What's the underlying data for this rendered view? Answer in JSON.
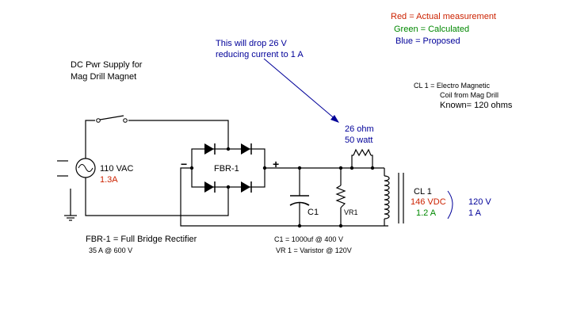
{
  "legend": {
    "red": "Red = Actual measurement",
    "green": "Green = Calculated",
    "blue": "Blue = Proposed"
  },
  "colors": {
    "red": "#cc2200",
    "green": "#008800",
    "blue": "#000099",
    "black": "#000000"
  },
  "annotation": {
    "line1": "This will drop 26 V",
    "line2": "reducing current to 1 A"
  },
  "title": {
    "line1": "DC Pwr Supply for",
    "line2": "Mag Drill Magnet"
  },
  "coil_note": {
    "line1": "CL 1 = Electro Magnetic",
    "line2": "Coil from Mag Drill",
    "line3": "Known= 120 ohms"
  },
  "source": {
    "voltage": "110 VAC",
    "current": "1.3A"
  },
  "rectifier": {
    "label": "FBR-1",
    "minus": "−",
    "plus": "+"
  },
  "resistor": {
    "line1": "26 ohm",
    "line2": "50 watt"
  },
  "capacitor": {
    "label": "C1"
  },
  "varistor": {
    "label": "VR1"
  },
  "coil": {
    "label": "CL 1",
    "measured_voltage": "146 VDC",
    "calculated_current": "1.2 A",
    "proposed_voltage": "120 V",
    "proposed_current": "1 A"
  },
  "notes": {
    "fbr_line1": "FBR-1 = Full Bridge Rectifier",
    "fbr_line2": "35 A @ 600 V",
    "c1": "C1 = 1000uf @ 400 V",
    "vr1": "VR 1 = Varistor @ 120V"
  }
}
